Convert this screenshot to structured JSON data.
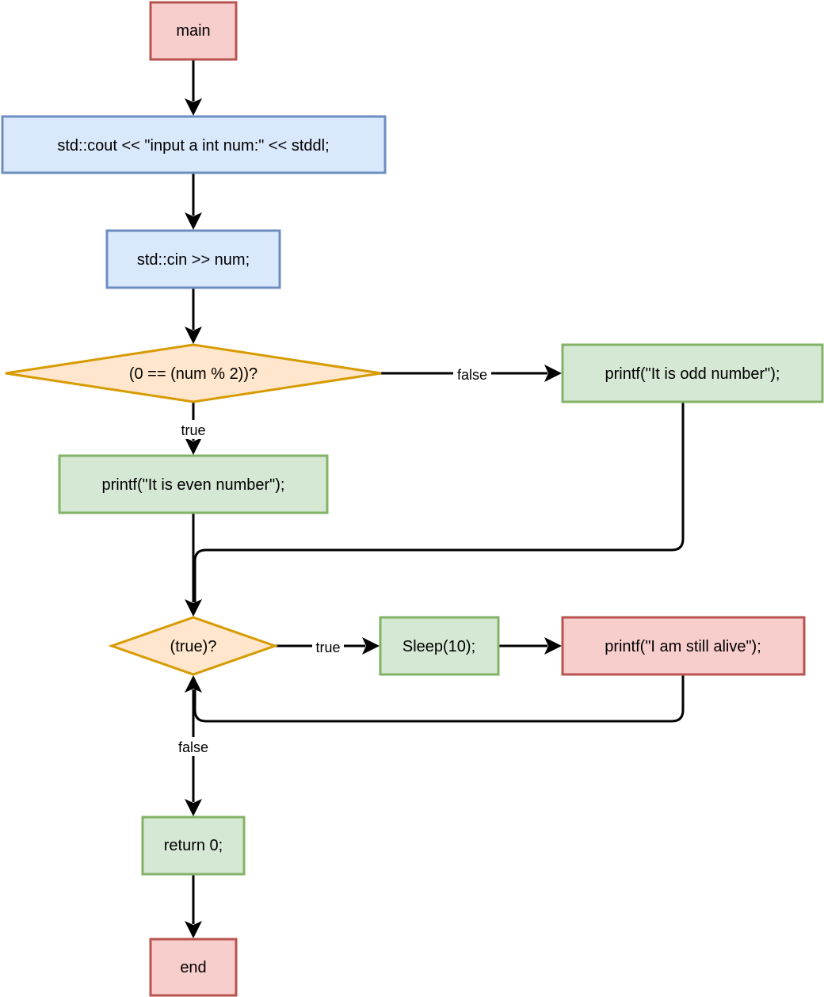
{
  "colors": {
    "start_end_fill": "#f8cecc",
    "start_end_stroke": "#b85450",
    "io_fill": "#dae8fc",
    "io_stroke": "#6c8ebf",
    "decision_fill": "#ffe6cc",
    "decision_stroke": "#d79b00",
    "process_fill": "#d5e8d4",
    "process_stroke": "#82b366",
    "edge": "#000000"
  },
  "nodes": {
    "main": {
      "label": "main",
      "shape": "rectangle",
      "style": "start_end"
    },
    "cout": {
      "label": "std::cout << \"input a int num:\" << stddl;",
      "shape": "rectangle",
      "style": "io"
    },
    "cin": {
      "label": "std::cin >> num;",
      "shape": "rectangle",
      "style": "io"
    },
    "cond_even": {
      "label": "(0 == (num % 2))?",
      "shape": "diamond",
      "style": "decision"
    },
    "print_odd": {
      "label": "printf(\"It is odd number\");",
      "shape": "rectangle",
      "style": "process"
    },
    "print_even": {
      "label": "printf(\"It is even number\");",
      "shape": "rectangle",
      "style": "process"
    },
    "cond_loop": {
      "label": "(true)?",
      "shape": "diamond",
      "style": "decision"
    },
    "sleep": {
      "label": "Sleep(10);",
      "shape": "rectangle",
      "style": "process"
    },
    "print_alive": {
      "label": "printf(\"I am still alive\");",
      "shape": "rectangle",
      "style": "start_end"
    },
    "ret": {
      "label": "return 0;",
      "shape": "rectangle",
      "style": "process"
    },
    "end": {
      "label": "end",
      "shape": "rectangle",
      "style": "start_end"
    }
  },
  "edges": {
    "main_to_cout": {
      "from": "main",
      "to": "cout",
      "label": ""
    },
    "cout_to_cin": {
      "from": "cout",
      "to": "cin",
      "label": ""
    },
    "cin_to_cond_even": {
      "from": "cin",
      "to": "cond_even",
      "label": ""
    },
    "cond_even_false": {
      "from": "cond_even",
      "to": "print_odd",
      "label": "false"
    },
    "cond_even_true": {
      "from": "cond_even",
      "to": "print_even",
      "label": "true"
    },
    "print_even_to_cond_loop": {
      "from": "print_even",
      "to": "cond_loop",
      "label": ""
    },
    "print_odd_to_cond_loop": {
      "from": "print_odd",
      "to": "cond_loop",
      "label": ""
    },
    "cond_loop_true": {
      "from": "cond_loop",
      "to": "sleep",
      "label": "true"
    },
    "sleep_to_print_alive": {
      "from": "sleep",
      "to": "print_alive",
      "label": ""
    },
    "print_alive_to_cond_loop": {
      "from": "print_alive",
      "to": "cond_loop",
      "label": ""
    },
    "cond_loop_false": {
      "from": "cond_loop",
      "to": "ret",
      "label": "false"
    },
    "ret_to_end": {
      "from": "ret",
      "to": "end",
      "label": ""
    }
  }
}
